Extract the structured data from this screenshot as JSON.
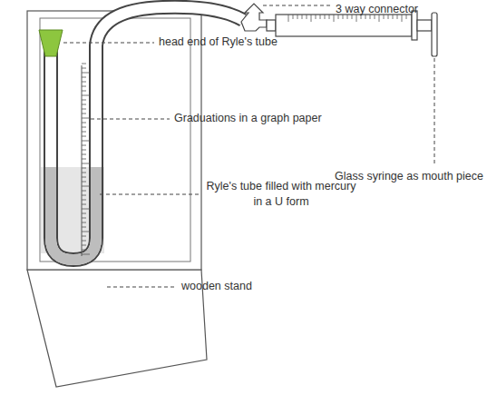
{
  "diagram": {
    "labels": [
      "3 way connector",
      "head end of Ryle's tube",
      "Graduations in a graph paper",
      "Ryle's tube filled with mercury in a U form",
      "wooden stand",
      "Glass syringe as mouth piece"
    ]
  }
}
